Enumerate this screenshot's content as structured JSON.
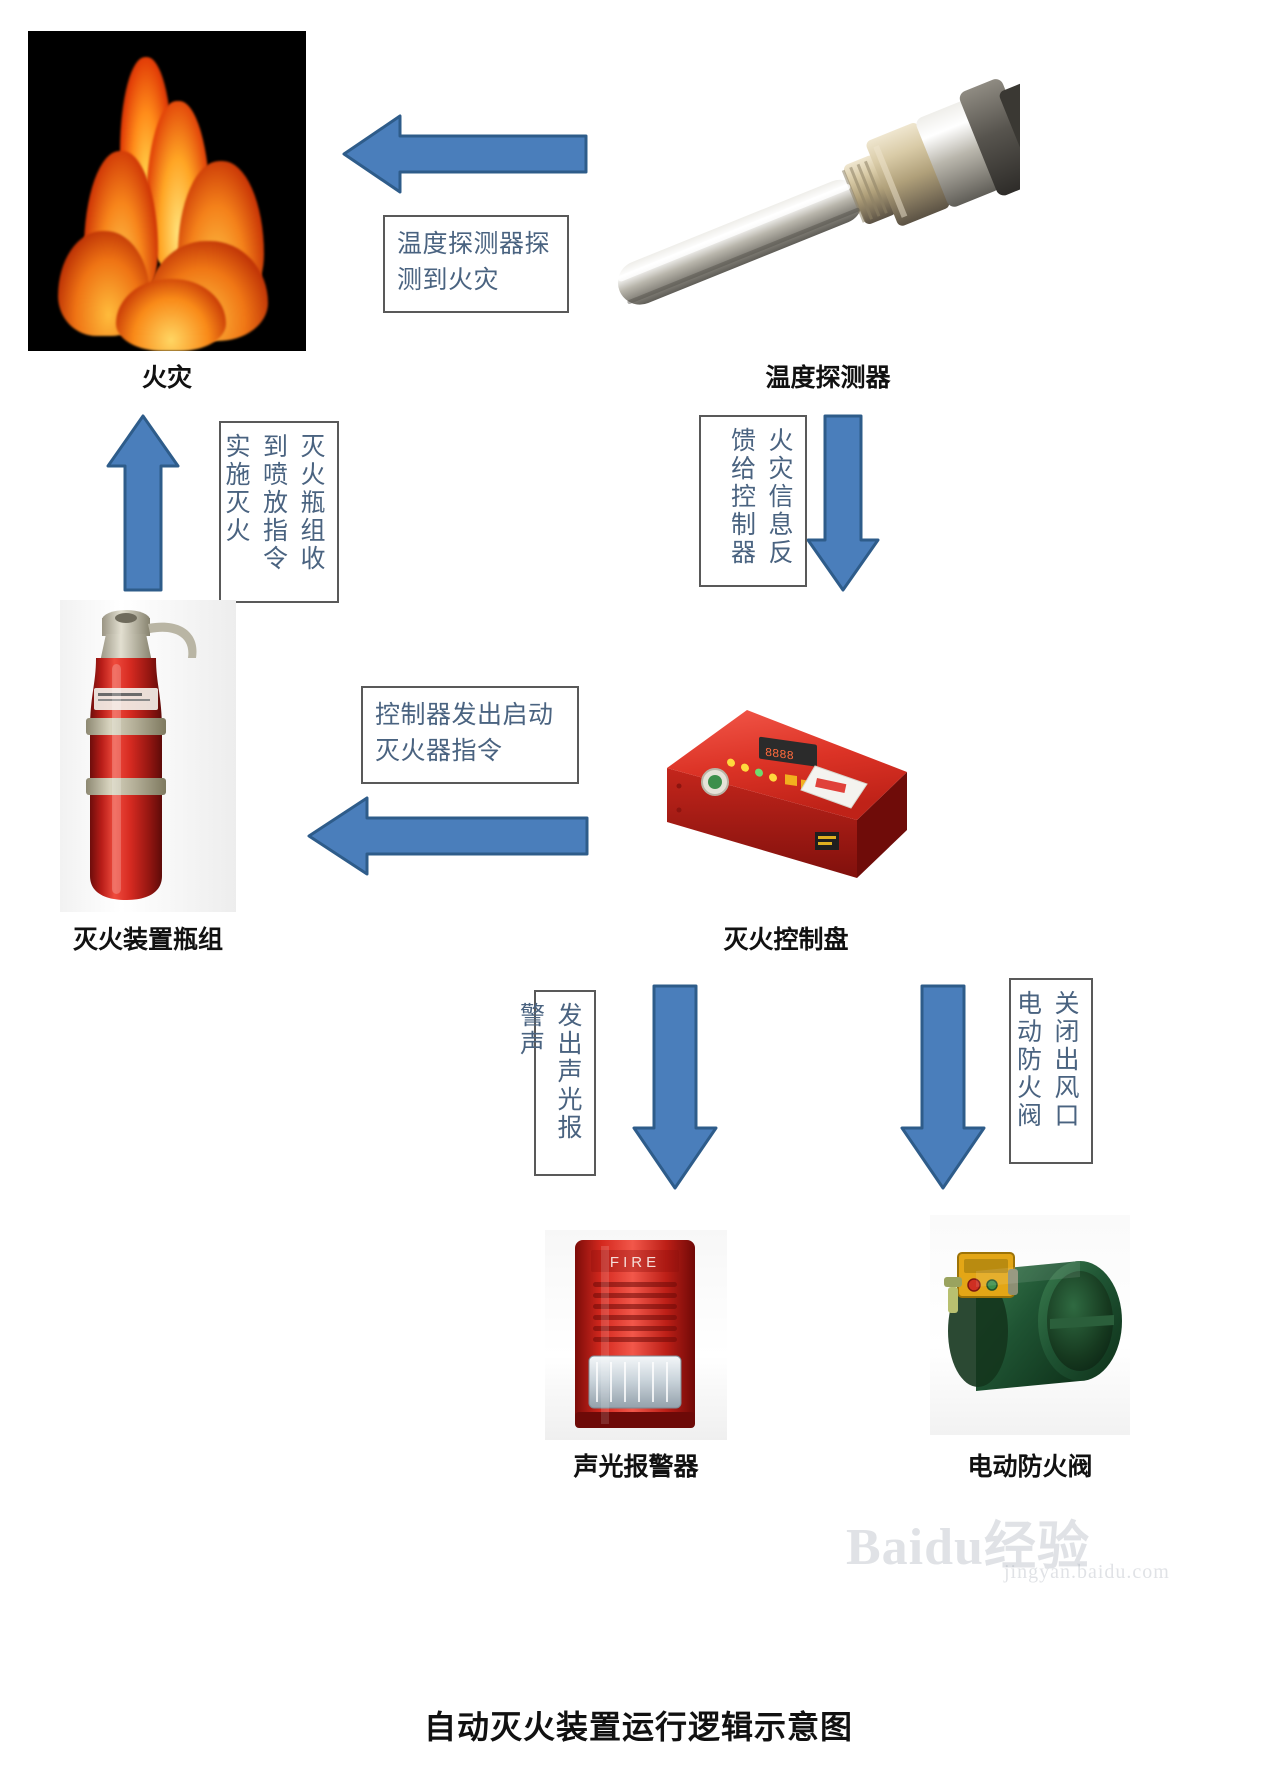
{
  "title": "自动灭火装置运行逻辑示意图",
  "colors": {
    "arrow_fill": "#4a7ebb",
    "arrow_stroke": "#2e5c8a",
    "textbox_border": "#595959",
    "textbox_text": "#4a6380",
    "caption_text": "#111111"
  },
  "captions": {
    "fire": "火灾",
    "temperature_detector": "温度探测器",
    "extinguisher_bottle_group": "灭火装置瓶组",
    "extinguishing_control_panel": "灭火控制盘",
    "sound_light_alarm": "声光报警器",
    "electric_fire_damper": "电动防火阀"
  },
  "textboxes": {
    "detector_detects_fire": "温度探测器探测到火灾",
    "fire_info_feedback": "火灾信息反馈给控制器",
    "controller_start_command": "控制器发出启动灭火器指令",
    "bottle_receives_command": "灭火瓶组收到喷放指令实施灭火",
    "emit_sound_light_alarm": "发出声光报警声",
    "close_outlet_damper": "关闭出风口电动防火阀"
  },
  "arrows": [
    {
      "name": "arrow-detector-to-fire",
      "direction": "left"
    },
    {
      "name": "arrow-detector-to-panel",
      "direction": "down"
    },
    {
      "name": "arrow-panel-to-bottle",
      "direction": "left"
    },
    {
      "name": "arrow-bottle-to-fire",
      "direction": "up"
    },
    {
      "name": "arrow-panel-to-alarm",
      "direction": "down"
    },
    {
      "name": "arrow-panel-to-damper",
      "direction": "down"
    }
  ],
  "watermark": {
    "main": "Baidu经验",
    "sub": "jingyan.baidu.com"
  }
}
